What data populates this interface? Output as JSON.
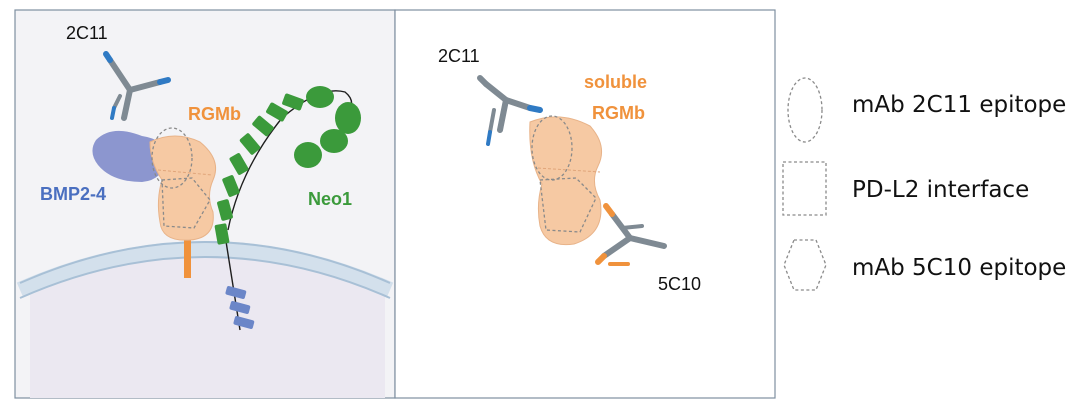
{
  "left_panel": {
    "antibody_label": "2C11",
    "receptor_label": "RGMb",
    "ligand_label": "BMP2-4",
    "coreceptor_label": "Neo1"
  },
  "right_panel": {
    "antibody_top_label": "2C11",
    "soluble_label_line1": "soluble",
    "soluble_label_line2": "RGMb",
    "antibody_bottom_label": "5C10"
  },
  "legend": {
    "items": [
      {
        "shape": "ellipse",
        "label": "mAb 2C11 epitope"
      },
      {
        "shape": "rectangle",
        "label": "PD-L2 interface"
      },
      {
        "shape": "hexagon",
        "label": "mAb 5C10 epitope"
      }
    ]
  },
  "colors": {
    "rgmb_orange": "#f0923c",
    "rgmb_fill": "#f6c9a3",
    "bmp_blue": "#8c96cf",
    "bmp_text": "#4a6fc0",
    "neo1_green": "#3b9a3b",
    "antibody_gray": "#7f8a93",
    "antibody_blue": "#2f7ac4",
    "antibody_orange": "#f0923c",
    "membrane": "#bcd0e3",
    "cell": "#ebe8f1"
  }
}
